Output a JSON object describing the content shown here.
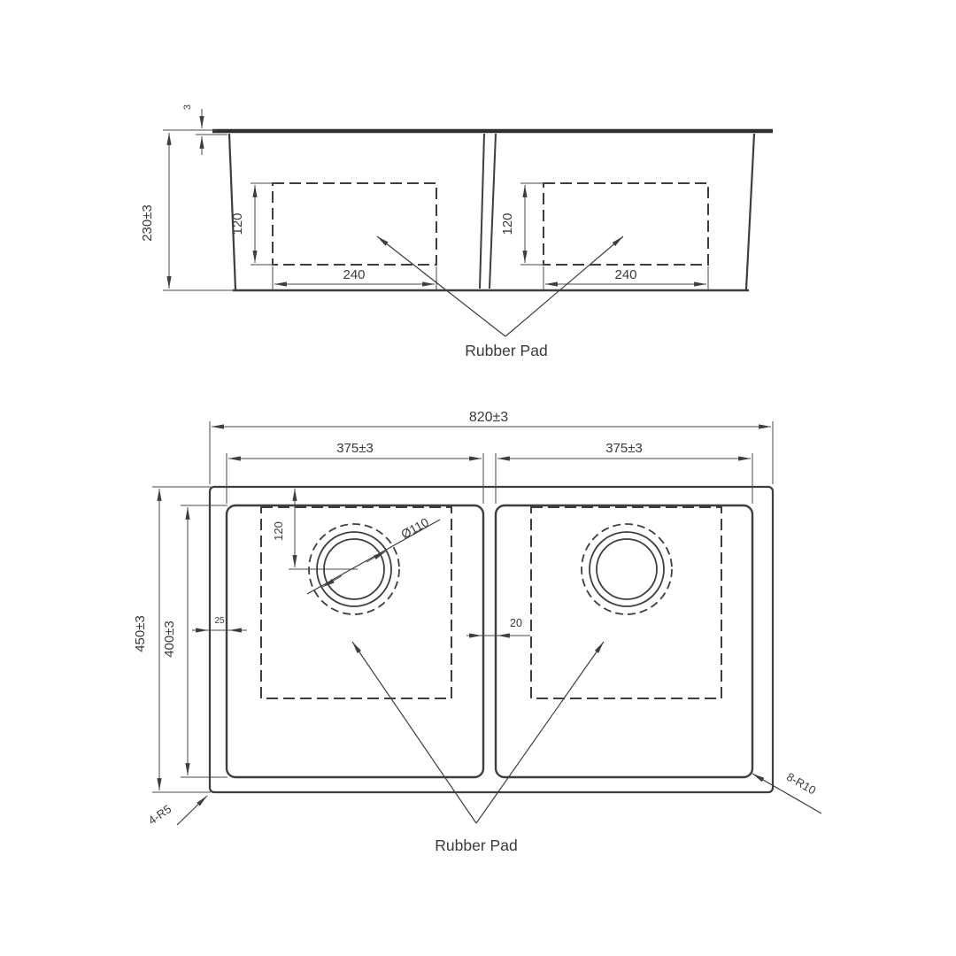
{
  "drawing": {
    "background": "#ffffff",
    "stroke_color": "#3e3e3e",
    "elevation": {
      "rim_thickness": "3",
      "overall_height": "230±3",
      "pad_left": {
        "height": "120",
        "width": "240"
      },
      "pad_right": {
        "height": "120",
        "width": "240"
      },
      "callout": "Rubber Pad"
    },
    "plan": {
      "overall_width": "820±3",
      "bowl_left_width": "375±3",
      "bowl_right_width": "375±3",
      "overall_depth": "450±3",
      "bowl_depth": "400±3",
      "drain_offset": "120",
      "rim_margin": "25",
      "divider_width": "20",
      "drain_diameter": "Ø110",
      "outer_corner_radius": "4-R5",
      "bowl_corner_radius": "8-R10",
      "callout": "Rubber Pad"
    }
  }
}
